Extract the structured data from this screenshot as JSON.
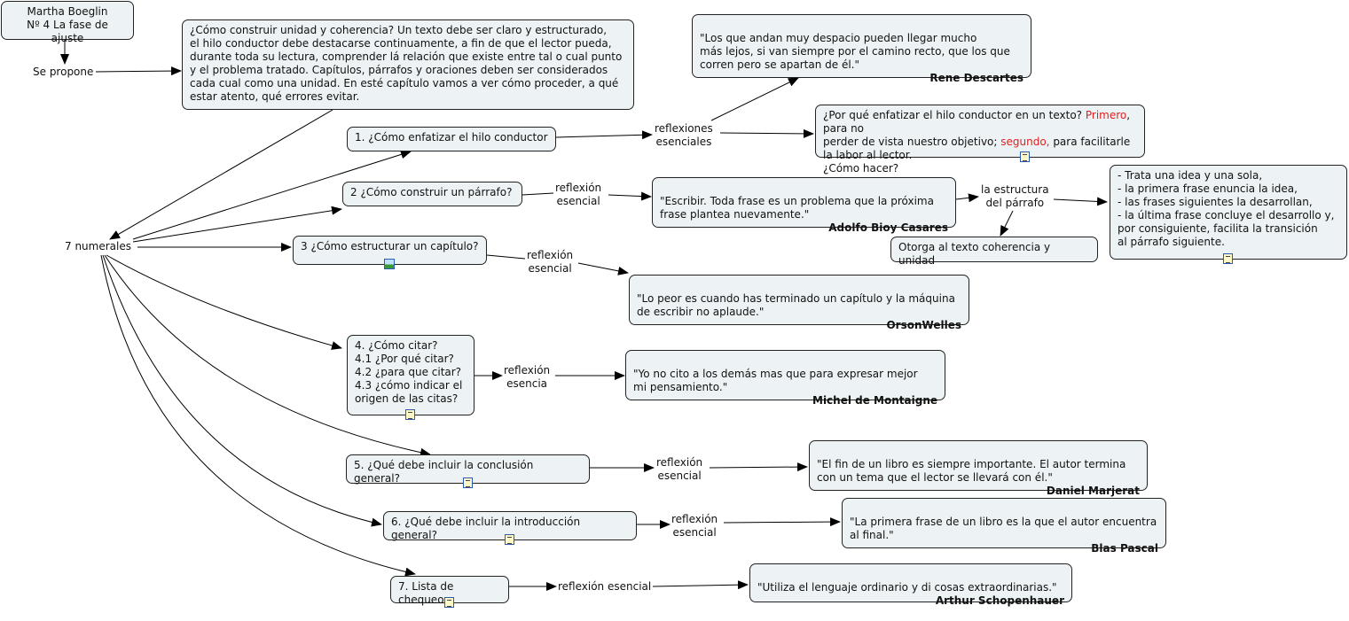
{
  "root": {
    "text": "Martha Boeglin\nNº 4 La fase de ajuste"
  },
  "links": {
    "se_propone": "Se propone",
    "siete_numerales": "7 numerales",
    "reflexiones_esenciales": "reflexiones\nesenciales",
    "reflexion_q2": "reflexión\nesencial",
    "estructura_parrafo": "la estructura\ndel párrafo",
    "reflexion_q3": "reflexión\nesencial",
    "reflexion_q4": "reflexión\nesencia",
    "reflexion_q5": "reflexión\nesencial",
    "reflexion_q6": "reflexión\nesencial",
    "reflexion_q7": "reflexión esencial"
  },
  "intro": {
    "text": "¿Cómo construir unidad y coherencia? Un texto debe ser claro y estructurado,\nel hilo conductor debe destacarse continuamente, a fin de que el lector pueda,\ndurante toda su lectura, comprender lá relación que existe entre tal o cual punto\ny el problema tratado. Capítulos, párrafos y oraciones deben ser considerados\ncada cual como una unidad. En esté capítulo vamos a ver cómo proceder, a qué\nestar atento, qué errores evitar."
  },
  "questions": {
    "q1": "1. ¿Cómo enfatizar el hilo conductor",
    "q2": "2 ¿Cómo construir un párrafo?",
    "q3": "3 ¿Cómo estructurar un capítulo?",
    "q4": "4. ¿Cómo citar?\n4.1 ¿Por qué citar?\n4.2 ¿para que citar?\n4.3 ¿cómo indicar el\norigen de las citas?",
    "q5": "5. ¿Qué debe incluir la conclusión general?",
    "q6": "6. ¿Qué debe incluir la introducción general?",
    "q7": "7. Lista de chequeo"
  },
  "quotes": {
    "descartes": {
      "text": "\"Los que andan muy despacio pueden llegar mucho\nmás lejos, si van siempre por el camino recto, que los que\ncorren pero se apartan de él.\"",
      "author": "Rene Descartes"
    },
    "bioy": {
      "text": "\"Escribir. Toda frase es un problema que la próxima\nfrase plantea nuevamente.\"",
      "author": "Adolfo Bioy Casares"
    },
    "welles": {
      "text": "\"Lo peor es cuando has terminado un capítulo y la máquina\nde escribir no aplaude.\"",
      "author": "OrsonWelles"
    },
    "montaigne": {
      "text": "\"Yo no cito a los demás mas que para expresar mejor\nmi pensamiento.\"",
      "author": "Michel de Montaigne"
    },
    "marjerat": {
      "text": "\"El fin de un libro es siempre importante. El autor termina\ncon un tema que el lector se llevará con él.\"",
      "author": "Daniel Marjerat"
    },
    "pascal": {
      "text": "\"La primera frase de un libro es la que el autor encuentra\nal final.\"",
      "author": "Blas Pascal"
    },
    "schopenhauer": {
      "text": "\"Utiliza el lenguaje ordinario y di cosas extraordinarias.\"",
      "author": "Arthur Schopenhauer"
    }
  },
  "porque": {
    "a": "¿Por qué enfatizar el hilo conductor en un texto? ",
    "b": "Primero",
    "c": ", para no\nperder de vista nuestro objetivo; ",
    "d": "segundo,",
    "e": " para facilitarle la labor al lector.\n¿Cómo hacer?",
    "highlight_color": "#e02020"
  },
  "otorga": {
    "text": "Otorga al texto coherencia y unidad"
  },
  "trata": {
    "text": "- Trata una idea y una sola,\n- la primera frase enuncia la idea,\n- las frases siguientes la desarrollan,\n- la última frase concluye el desarrollo y,\npor consiguiente, facilita la transición\nal párrafo siguiente."
  },
  "colors": {
    "node_fill": "#edf3f5",
    "border": "#222222"
  }
}
